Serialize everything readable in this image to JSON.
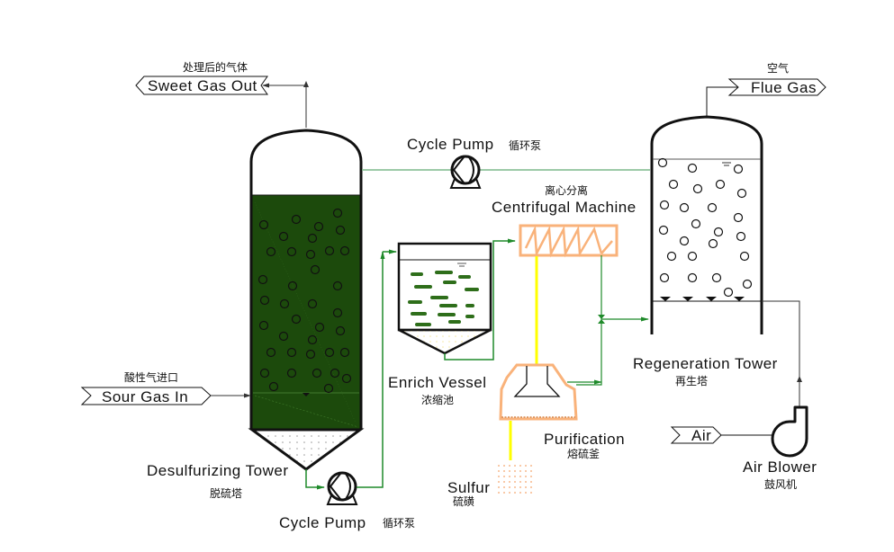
{
  "diagram": {
    "title": "Desulfurization process flow",
    "colors": {
      "background": "#ffffff",
      "outline": "#111111",
      "liquid_dark_green": "#1c4a0c",
      "pipe_green": "#7cb88a",
      "flow_green": "#1f8a2a",
      "sulfur_yellow": "#ffff00",
      "centrifuge_orange": "#f9b27a",
      "slurry_bar_green": "#2e6e1a"
    },
    "terminals": {
      "sweet_gas_out": {
        "label_en": "Sweet Gas Out",
        "label_zh": "处理后的气体"
      },
      "flue_gas": {
        "label_en": "Flue Gas",
        "label_zh": "空气"
      },
      "sour_gas_in": {
        "label_en": "Sour Gas In",
        "label_zh": "酸性气进口"
      },
      "air": {
        "label_en": "Air"
      }
    },
    "equipment": {
      "desulfurizing_tower": {
        "label_en": "Desulfurizing Tower",
        "label_zh": "脱硫塔"
      },
      "cycle_pump_top": {
        "label_en": "Cycle Pump",
        "label_zh": "循环泵"
      },
      "cycle_pump_bottom": {
        "label_en": "Cycle Pump",
        "label_zh": "循环泵"
      },
      "centrifugal_machine": {
        "label_en": "Centrifugal Machine",
        "label_zh": "离心分离"
      },
      "enrich_vessel": {
        "label_en": "Enrich Vessel",
        "label_zh": "浓缩池"
      },
      "purification": {
        "label_en": "Purification",
        "label_zh": "熔硫釜"
      },
      "sulfur": {
        "label_en": "Sulfur",
        "label_zh": "硫磺"
      },
      "regeneration_tower": {
        "label_en": "Regeneration Tower",
        "label_zh": "再生塔"
      },
      "air_blower": {
        "label_en": "Air Blower",
        "label_zh": "鼓风机"
      }
    }
  }
}
